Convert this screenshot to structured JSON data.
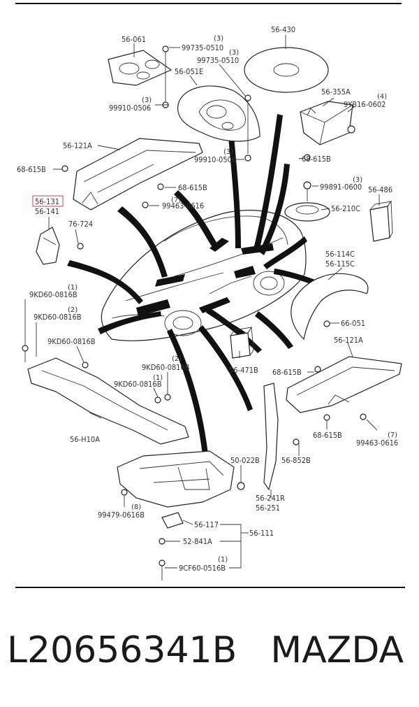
{
  "labels": {
    "p56_061": "56-061",
    "p99735_0510": "99735-0510",
    "q3_a": "(3)",
    "p99735_0510b": "99735-0510",
    "q3_b": "(3)",
    "p56_051e": "56-051E",
    "p99910_0506": "99910-0506",
    "q3_c": "(3)",
    "p56_430": "56-430",
    "p56_355a": "56-355A",
    "p9yb16_0602": "9YB16-0602",
    "q4_a": "(4)",
    "p56_121a_top": "56-121A",
    "p68_615b_a": "68-615B",
    "p99910_0506b": "99910-0506",
    "q3_d": "(3)",
    "p68_615b_b": "68-615B",
    "p68_615b_c": "68-615B",
    "p99891_0600": "99891-0600",
    "q3_e": "(3)",
    "p56_486": "56-486",
    "p56_131": "56-131",
    "p56_141": "56-141",
    "p76_724": "76-724",
    "p99463_0616": "99463-0616",
    "q7_a": "(7)",
    "p56_210c": "56-210C",
    "p56_114c": "56-114C",
    "p56_115c": "56-115C",
    "p9kd60_0816b_a": "9KD60-0816B",
    "q1_a": "(1)",
    "p9kd60_0816b_b": "9KD60-0816B",
    "q2_a": "(2)",
    "p9kd60_0816b_c": "9KD60-0816B",
    "p66_051": "66-051",
    "p56_121a_bottom": "56-121A",
    "p9kd60_0816b_d": "9KD60-0816B",
    "q2_b": "(2)",
    "p9kd60_0816b_e": "9KD60-0816B",
    "q1_b": "(1)",
    "p56_471b": "56-471B",
    "p68_615b_d": "68-615B",
    "p56_h10a": "56-H10A",
    "p50_022b": "50-022B",
    "p68_615b_e": "68-615B",
    "p99463_0616b": "99463-0616",
    "q7_b": "(7)",
    "p56_852b": "56-852B",
    "p56_241r": "56-241R",
    "p56_251": "56-251",
    "p99479_0616b": "99479-0616B",
    "q8": "(8)",
    "p56_117": "56-117",
    "p56_111": "56-111",
    "p52_841a": "52-841A",
    "p9cf60_0516b": "9CF60-0516B",
    "q1_c": "(1)"
  },
  "footer": {
    "part_number": "L20656341B",
    "brand": "MAZDA"
  },
  "colors": {
    "highlight": "#e06060",
    "line": "#222222"
  }
}
